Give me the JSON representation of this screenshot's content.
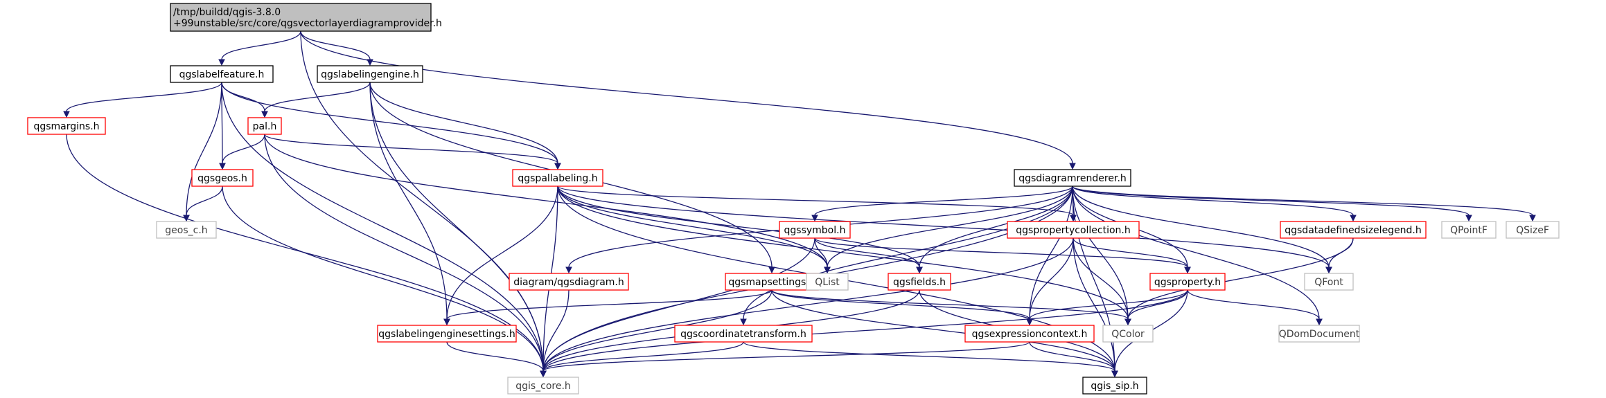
{
  "colors": {
    "edge": "#191970",
    "root_fill": "#bfbfbf",
    "documented_border": "#000000",
    "error_border": "#ff0000",
    "external_border": "#bfbfbf",
    "text_documented": "#000000",
    "text_external": "#404040"
  },
  "nodes": [
    {
      "id": "root",
      "lines": [
        "/tmp/buildd/qgis-3.8.0",
        "+99unstable/src/core/qgsvectorlayerdiagramprovider.h"
      ],
      "style": "root"
    },
    {
      "id": "qgslabelfeature",
      "lines": [
        "qgslabelfeature.h"
      ],
      "style": "documented"
    },
    {
      "id": "qgslabelingengine",
      "lines": [
        "qgslabelingengine.h"
      ],
      "style": "documented"
    },
    {
      "id": "qgsdiagramrenderer",
      "lines": [
        "qgsdiagramrenderer.h"
      ],
      "style": "documented"
    },
    {
      "id": "qgsmargins",
      "lines": [
        "qgsmargins.h"
      ],
      "style": "error"
    },
    {
      "id": "pal",
      "lines": [
        "pal.h"
      ],
      "style": "error"
    },
    {
      "id": "qgsgeos",
      "lines": [
        "qgsgeos.h"
      ],
      "style": "error"
    },
    {
      "id": "geos_c",
      "lines": [
        "geos_c.h"
      ],
      "style": "external"
    },
    {
      "id": "qgspallabeling",
      "lines": [
        "qgspallabeling.h"
      ],
      "style": "error"
    },
    {
      "id": "qgssymbol",
      "lines": [
        "qgssymbol.h"
      ],
      "style": "error"
    },
    {
      "id": "qgspropertycollection",
      "lines": [
        "qgspropertycollection.h"
      ],
      "style": "error"
    },
    {
      "id": "qgsdatadefinedsizelegend",
      "lines": [
        "qgsdatadefinedsizelegend.h"
      ],
      "style": "error"
    },
    {
      "id": "QPointF",
      "lines": [
        "QPointF"
      ],
      "style": "external"
    },
    {
      "id": "QSizeF",
      "lines": [
        "QSizeF"
      ],
      "style": "external"
    },
    {
      "id": "diagram",
      "lines": [
        "diagram/qgsdiagram.h"
      ],
      "style": "error"
    },
    {
      "id": "qgsmapsettings",
      "lines": [
        "qgsmapsettings.h"
      ],
      "style": "error"
    },
    {
      "id": "QList",
      "lines": [
        "QList"
      ],
      "style": "external"
    },
    {
      "id": "qgsfields",
      "lines": [
        "qgsfields.h"
      ],
      "style": "error"
    },
    {
      "id": "qgsproperty",
      "lines": [
        "qgsproperty.h"
      ],
      "style": "error"
    },
    {
      "id": "QFont",
      "lines": [
        "QFont"
      ],
      "style": "external"
    },
    {
      "id": "qgslabelingenginesettings",
      "lines": [
        "qgslabelingenginesettings.h"
      ],
      "style": "error"
    },
    {
      "id": "qgscoordinatetransform",
      "lines": [
        "qgscoordinatetransform.h"
      ],
      "style": "error"
    },
    {
      "id": "qgsexpressioncontext",
      "lines": [
        "qgsexpressioncontext.h"
      ],
      "style": "error"
    },
    {
      "id": "QColor",
      "lines": [
        "QColor"
      ],
      "style": "external"
    },
    {
      "id": "QDomDocument",
      "lines": [
        "QDomDocument"
      ],
      "style": "external"
    },
    {
      "id": "qgis_core",
      "lines": [
        "qgis_core.h"
      ],
      "style": "external"
    },
    {
      "id": "qgis_sip",
      "lines": [
        "qgis_sip.h"
      ],
      "style": "documented"
    }
  ],
  "edges": [
    [
      "root",
      "qgslabelfeature"
    ],
    [
      "root",
      "qgslabelingengine"
    ],
    [
      "root",
      "qgsdiagramrenderer"
    ],
    [
      "root",
      "qgis_core"
    ],
    [
      "qgslabelfeature",
      "qgsmargins"
    ],
    [
      "qgslabelfeature",
      "pal"
    ],
    [
      "qgslabelfeature",
      "qgsgeos"
    ],
    [
      "qgslabelfeature",
      "geos_c"
    ],
    [
      "qgslabelfeature",
      "qgspallabeling"
    ],
    [
      "qgslabelfeature",
      "qgis_core"
    ],
    [
      "qgslabelingengine",
      "pal"
    ],
    [
      "qgslabelingengine",
      "qgspallabeling"
    ],
    [
      "qgslabelingengine",
      "qgsmapsettings"
    ],
    [
      "qgslabelingengine",
      "qgslabelingenginesettings"
    ],
    [
      "qgslabelingengine",
      "qgis_core"
    ],
    [
      "qgsmargins",
      "qgis_core"
    ],
    [
      "pal",
      "qgsgeos"
    ],
    [
      "pal",
      "qgspallabeling"
    ],
    [
      "pal",
      "QList"
    ],
    [
      "pal",
      "qgis_core"
    ],
    [
      "qgsgeos",
      "geos_c"
    ],
    [
      "qgsgeos",
      "qgis_core"
    ],
    [
      "qgspallabeling",
      "QList"
    ],
    [
      "qgspallabeling",
      "qgspropertycollection"
    ],
    [
      "qgspallabeling",
      "qgsfields"
    ],
    [
      "qgspallabeling",
      "QFont"
    ],
    [
      "qgspallabeling",
      "QColor"
    ],
    [
      "qgspallabeling",
      "qgslabelingenginesettings"
    ],
    [
      "qgspallabeling",
      "qgis_core"
    ],
    [
      "qgspallabeling",
      "qgis_sip"
    ],
    [
      "qgsdiagramrenderer",
      "qgspropertycollection"
    ],
    [
      "qgsdiagramrenderer",
      "qgssymbol"
    ],
    [
      "qgsdiagramrenderer",
      "diagram"
    ],
    [
      "qgsdiagramrenderer",
      "QList"
    ],
    [
      "qgsdiagramrenderer",
      "qgsfields"
    ],
    [
      "qgsdiagramrenderer",
      "qgsproperty"
    ],
    [
      "qgsdiagramrenderer",
      "qgsexpressioncontext"
    ],
    [
      "qgsdiagramrenderer",
      "QColor"
    ],
    [
      "qgsdiagramrenderer",
      "qgsdatadefinedsizelegend"
    ],
    [
      "qgsdiagramrenderer",
      "QPointF"
    ],
    [
      "qgsdiagramrenderer",
      "QSizeF"
    ],
    [
      "qgsdiagramrenderer",
      "QFont"
    ],
    [
      "qgsdiagramrenderer",
      "QDomDocument"
    ],
    [
      "qgsdiagramrenderer",
      "qgscoordinatetransform"
    ],
    [
      "qgsdiagramrenderer",
      "qgis_core"
    ],
    [
      "qgsdiagramrenderer",
      "qgis_sip"
    ],
    [
      "qgssymbol",
      "QList"
    ],
    [
      "qgssymbol",
      "qgsfields"
    ],
    [
      "qgssymbol",
      "qgsproperty"
    ],
    [
      "qgssymbol",
      "qgis_core"
    ],
    [
      "qgspropertycollection",
      "qgsproperty"
    ],
    [
      "qgspropertycollection",
      "qgsexpressioncontext"
    ],
    [
      "qgspropertycollection",
      "QColor"
    ],
    [
      "qgspropertycollection",
      "qgis_core"
    ],
    [
      "qgspropertycollection",
      "qgis_sip"
    ],
    [
      "qgsdatadefinedsizelegend",
      "QFont"
    ],
    [
      "qgsdatadefinedsizelegend",
      "QColor"
    ],
    [
      "diagram",
      "qgis_core"
    ],
    [
      "qgsmapsettings",
      "qgslabelingenginesettings"
    ],
    [
      "qgsmapsettings",
      "qgsexpressioncontext"
    ],
    [
      "qgsmapsettings",
      "QColor"
    ],
    [
      "qgsmapsettings",
      "qgis_core"
    ],
    [
      "qgsmapsettings",
      "qgis_sip"
    ],
    [
      "qgsfields",
      "qgis_core"
    ],
    [
      "qgsfields",
      "qgis_sip"
    ],
    [
      "qgsproperty",
      "qgsexpressioncontext"
    ],
    [
      "qgsproperty",
      "QColor"
    ],
    [
      "qgsproperty",
      "QDomDocument"
    ],
    [
      "qgsproperty",
      "qgis_core"
    ],
    [
      "qgsproperty",
      "qgis_sip"
    ],
    [
      "qgslabelingenginesettings",
      "qgis_core"
    ],
    [
      "qgscoordinatetransform",
      "qgis_core"
    ],
    [
      "qgscoordinatetransform",
      "qgis_sip"
    ],
    [
      "qgsexpressioncontext",
      "qgis_core"
    ],
    [
      "qgsexpressioncontext",
      "qgis_sip"
    ]
  ]
}
